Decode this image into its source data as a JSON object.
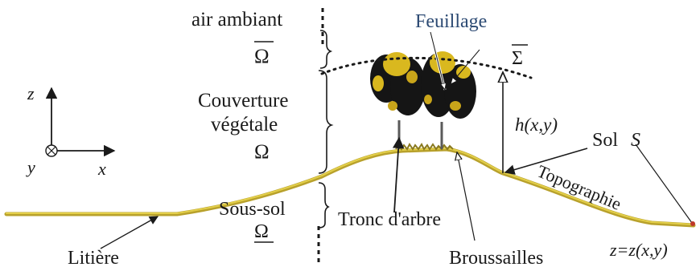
{
  "labels": {
    "air_ambiant": "air ambiant",
    "omega_bar_top": "Ω",
    "feuillage": "Feuillage",
    "sigma_bar": "Σ",
    "couverture_line1": "Couverture",
    "couverture_line2": "végétale",
    "omega_mid": "Ω",
    "h": "h(x,y)",
    "sol": "Sol",
    "sol_symbol": "S",
    "topographie": "Topographie",
    "sous_sol": "Sous-sol",
    "omega_under": "Ω",
    "tronc": "Tronc d'arbre",
    "litiere": "Litière",
    "broussailles": "Broussailles",
    "z_eq": "z=z(x,y)",
    "axis_z": "z",
    "axis_x": "x",
    "axis_y": "y"
  },
  "colors": {
    "ink": "#1a1a1a",
    "feuillage_label": "#2c4a73",
    "ground": "#b8a12c",
    "ground_highlight": "#e3cf4a",
    "foliage_dark": "#151515",
    "foliage_yellow": "#d9b81f",
    "topography_tip": "#c0392b"
  }
}
